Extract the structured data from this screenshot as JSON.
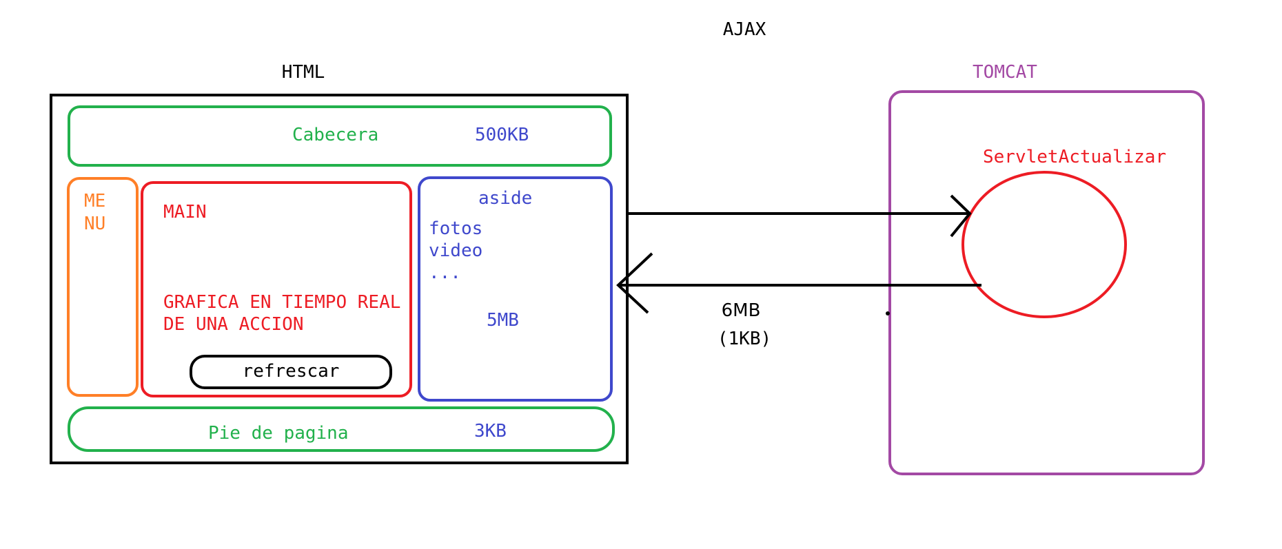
{
  "title": "AJAX",
  "colors": {
    "black": "#000000",
    "green": "#22b14c",
    "orange": "#ff7f27",
    "red": "#ed1c24",
    "blue": "#3f48cc",
    "purple": "#a349a4"
  },
  "html_page": {
    "label": "HTML",
    "cabecera": {
      "label": "Cabecera",
      "size": "500KB"
    },
    "menu": {
      "line1": "ME",
      "line2": "NU"
    },
    "main": {
      "label": "MAIN",
      "line1": "GRAFICA EN TIEMPO REAL",
      "line2": "DE UNA ACCION",
      "button_label": "refrescar"
    },
    "aside": {
      "label": "aside",
      "items": [
        "fotos",
        "video",
        "..."
      ],
      "size": "5MB"
    },
    "pie": {
      "label": "Pie de pagina",
      "size": "3KB"
    }
  },
  "server": {
    "label": "TOMCAT",
    "servlet_label": "ServletActualizar"
  },
  "transfer": {
    "full_size": "6MB",
    "ajax_size": "(1KB)"
  }
}
